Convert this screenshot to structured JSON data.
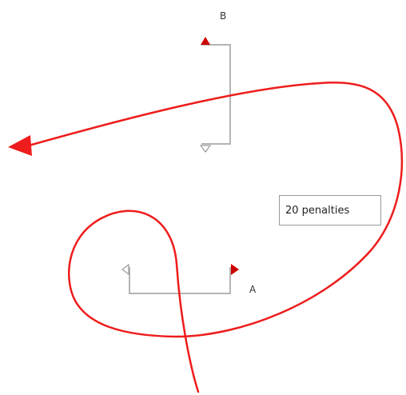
{
  "labels": {
    "gate_b": "B",
    "gate_a": "A"
  },
  "annotation": {
    "penalty_text": "20 penalties"
  },
  "colors": {
    "route": "#ee1c1c",
    "gate_line": "#b4b4b4",
    "flag": "#cc0000",
    "outline_marker": "#888888"
  },
  "icons": {
    "start_arrow": "arrowhead-left-icon",
    "gate_b_top": "red-flag-triangle-icon",
    "gate_b_bottom": "outline-triangle-down-icon",
    "gate_a_left": "outline-triangle-left-icon",
    "gate_a_right": "red-flag-triangle-icon"
  }
}
